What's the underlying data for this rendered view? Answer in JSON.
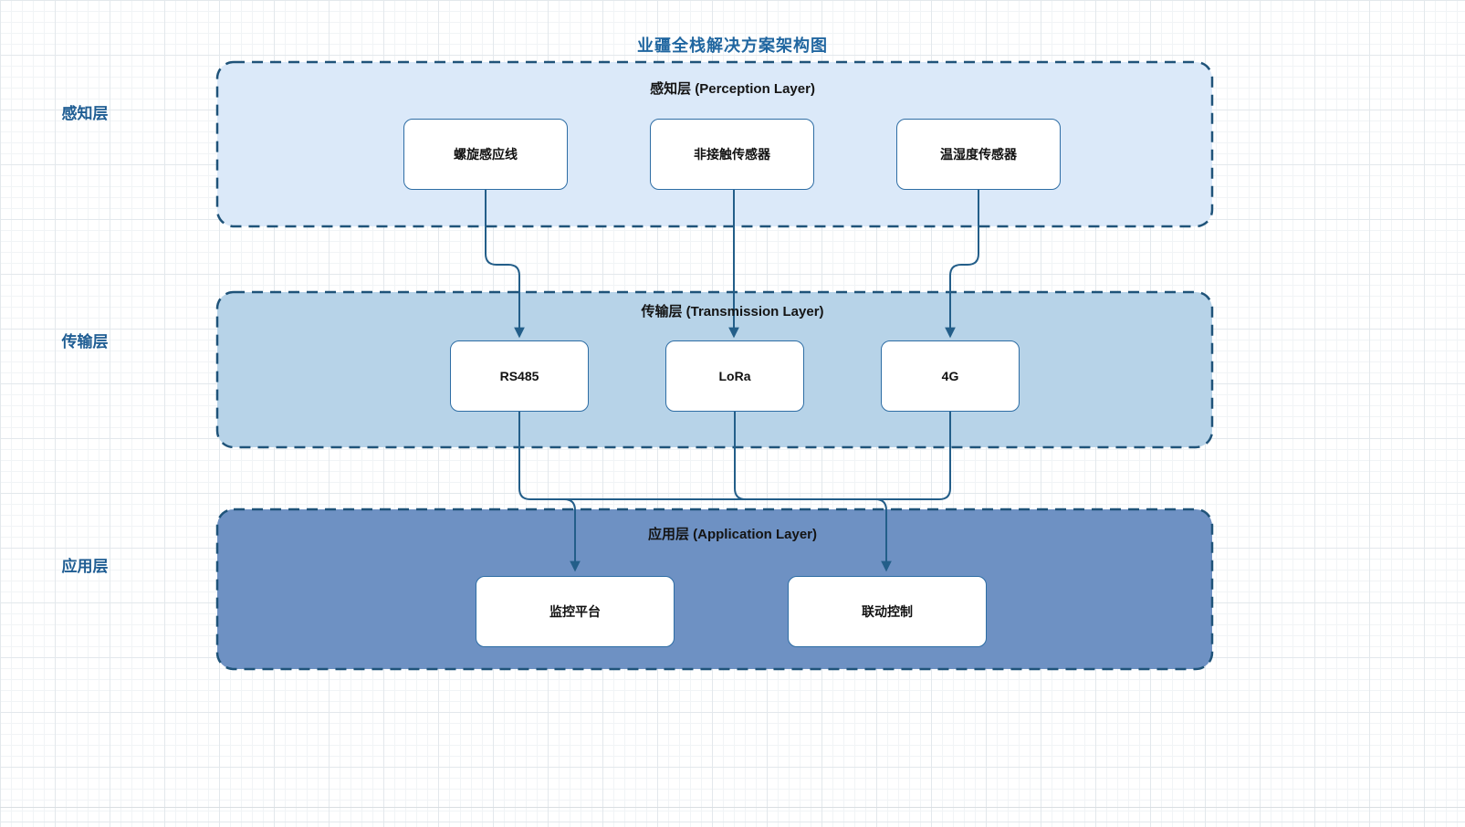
{
  "diagram": {
    "title": "业疆全栈解决方案架构图",
    "side_labels": {
      "perception": "感知层",
      "transmission": "传输层",
      "application": "应用层"
    },
    "layers": {
      "perception": {
        "header": "感知层 (Perception Layer)",
        "nodes": [
          "螺旋感应线",
          "非接触传感器",
          "温湿度传感器"
        ]
      },
      "transmission": {
        "header": "传输层 (Transmission Layer)",
        "nodes": [
          "RS485",
          "LoRa",
          "4G"
        ]
      },
      "application": {
        "header": "应用层 (Application Layer)",
        "nodes": [
          "监控平台",
          "联动控制"
        ]
      }
    },
    "edges": [
      {
        "from": "螺旋感应线",
        "to": "RS485"
      },
      {
        "from": "非接触传感器",
        "to": "LoRa"
      },
      {
        "from": "温湿度传感器",
        "to": "4G"
      },
      {
        "from": "RS485",
        "to": "监控平台"
      },
      {
        "from": "LoRa",
        "to": "联动控制"
      },
      {
        "from": "4G",
        "to": "联动控制"
      }
    ],
    "colors": {
      "title_text": "#2066a0",
      "side_label_text": "#1f5d93",
      "perception_fill": "#dbe9f9",
      "transmission_fill": "#b7d3e8",
      "application_fill": "#6e91c3",
      "container_border": "#1f5379",
      "node_fill": "#ffffff",
      "node_border": "#2e6da4",
      "edge_line": "#235e89",
      "header_text": "#141414"
    }
  }
}
